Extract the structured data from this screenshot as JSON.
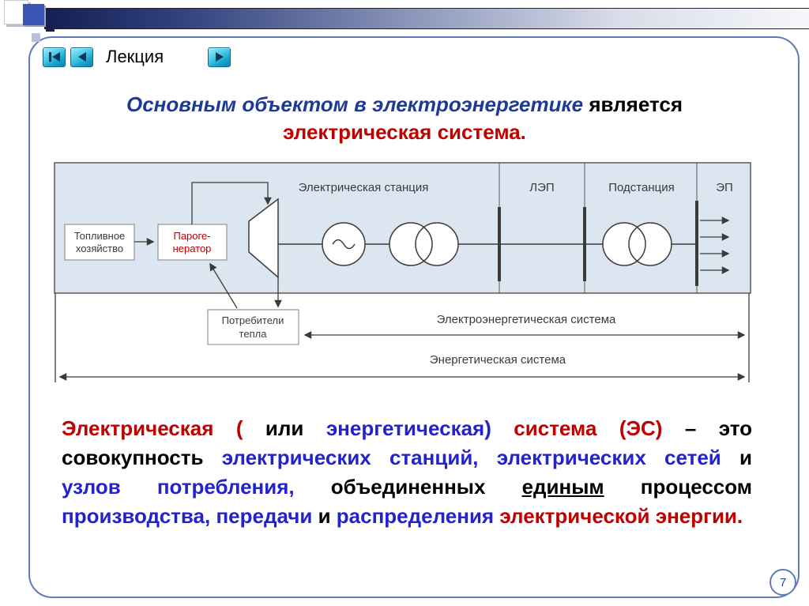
{
  "slide": {
    "page_number": "7"
  },
  "colors": {
    "red": "#c00000",
    "blue": "#2323cc",
    "dark_blue": "#1f3a93",
    "black": "#000000",
    "frame_blue": "#5e7db8",
    "band_fill": "#dce6f1",
    "button_cyan": "#2ab4d9"
  },
  "nav": {
    "label": "Лекция",
    "icons": {
      "first": "skip-to-start-icon",
      "back": "back-icon",
      "forward": "forward-icon"
    }
  },
  "title": {
    "line1": [
      {
        "text": "Основным объектом в электроэнергетике",
        "color": "dark_blue",
        "italic": true
      },
      {
        "text": " является",
        "color": "black"
      }
    ],
    "line2": [
      {
        "text": "электрическая система.",
        "color": "red"
      }
    ]
  },
  "diagram": {
    "section_labels": {
      "station": "Электрическая станция",
      "lep": "ЛЭП",
      "substation": "Подстанция",
      "ep": "ЭП"
    },
    "fuel_box": {
      "line1": "Топливное",
      "line2": "хозяйство"
    },
    "steam_generator_box": {
      "line1": "Пароге-",
      "line2": "нератор"
    },
    "heat_consumers_box": {
      "line1": "Потребители",
      "line2": "тепла"
    },
    "spans": {
      "electric_power_system": "Электроэнергетическая  система",
      "energy_system": "Энергетическая  система"
    }
  },
  "paragraph": {
    "segments": [
      {
        "text": "Электрическая ( ",
        "color": "red"
      },
      {
        "text": "или ",
        "color": "black"
      },
      {
        "text": "энергетическая) ",
        "color": "blue"
      },
      {
        "text": "система (ЭС)",
        "color": "red"
      },
      {
        "text": " – это совокупность ",
        "color": "black"
      },
      {
        "text": "электрических станций, электрических сетей",
        "color": "blue"
      },
      {
        "text": " и ",
        "color": "black"
      },
      {
        "text": "узлов потребления,",
        "color": "blue"
      },
      {
        "text": " объединенных ",
        "color": "black"
      },
      {
        "text": "единым",
        "color": "black",
        "underline": true
      },
      {
        "text": " процессом ",
        "color": "black"
      },
      {
        "text": "производства, передачи",
        "color": "blue"
      },
      {
        "text": " и ",
        "color": "black"
      },
      {
        "text": "распределения ",
        "color": "blue"
      },
      {
        "text": "электрической энергии.",
        "color": "red"
      }
    ]
  }
}
